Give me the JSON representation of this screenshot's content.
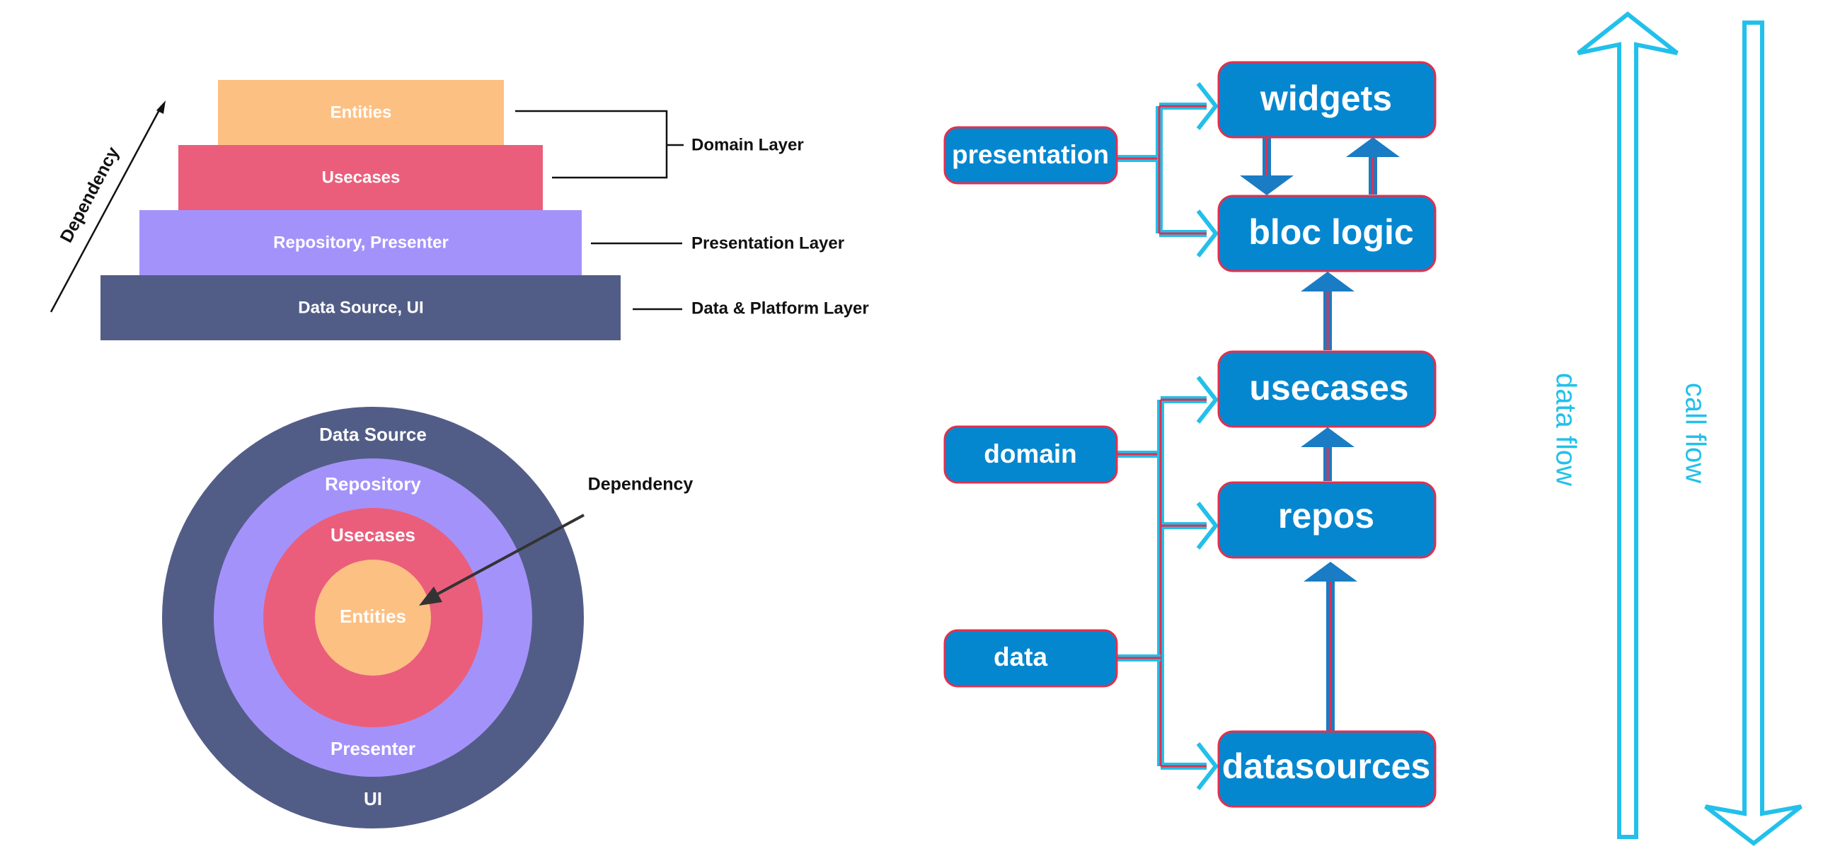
{
  "pyramid": {
    "dependency_label": "Dependency",
    "levels": [
      {
        "label": "Entities",
        "color": "#fdc083"
      },
      {
        "label": "Usecases",
        "color": "#ea5e7c"
      },
      {
        "label": "Repository, Presenter",
        "color": "#a492fb"
      },
      {
        "label": "Data Source, UI",
        "color": "#525d87"
      }
    ],
    "layers": {
      "domain": "Domain Layer",
      "presentation": "Presentation Layer",
      "data_platform": "Data & Platform Layer"
    }
  },
  "onion": {
    "outer_top": "Data Source",
    "outer_bottom": "UI",
    "second_top": "Repository",
    "second_bottom": "Presenter",
    "third": "Usecases",
    "core": "Entities",
    "dependency_label": "Dependency",
    "colors": {
      "outer": "#525d87",
      "second": "#a492fb",
      "third": "#ea5e7c",
      "core": "#fdc083"
    }
  },
  "flow": {
    "left_boxes": {
      "presentation": "presentation",
      "domain": "domain",
      "data": "data"
    },
    "right_boxes": {
      "widgets": "widgets",
      "bloc_logic": "bloc logic",
      "usecases": "usecases",
      "repos": "repos",
      "datasources": "datasources"
    },
    "data_flow": "data flow",
    "call_flow": "call flow",
    "colors": {
      "box": "#0587d0",
      "box_border": "#e0304e",
      "flow": "#22c0ea",
      "arrow": "#1a7cc4",
      "arrow_core": "#e0304e"
    }
  }
}
